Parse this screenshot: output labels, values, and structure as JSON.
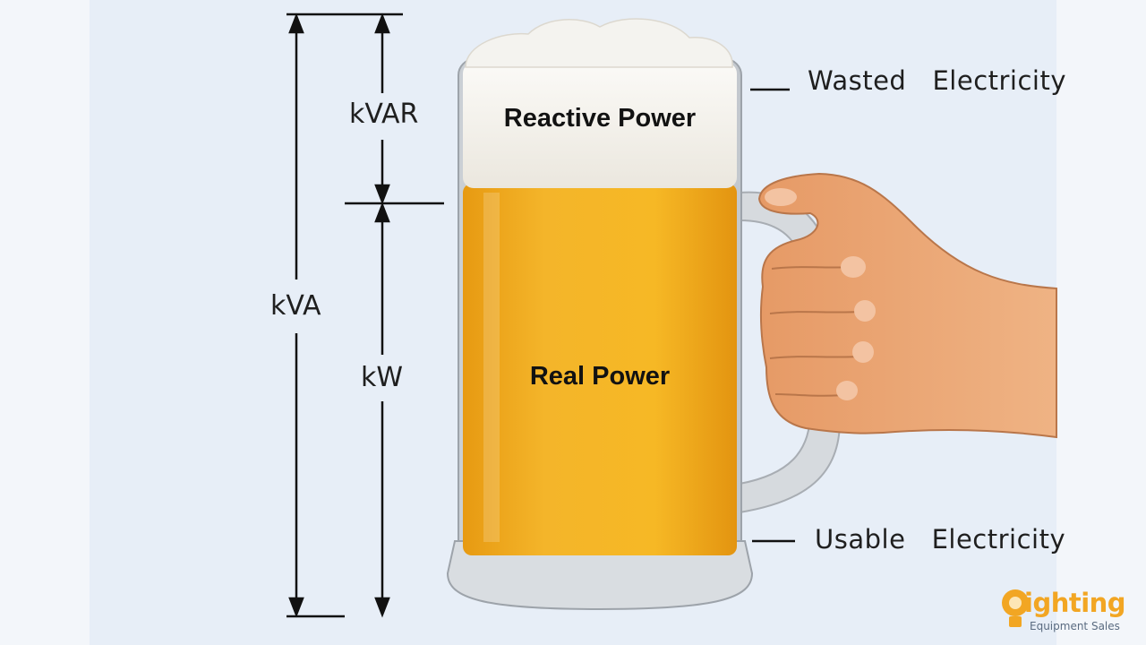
{
  "labels": {
    "kvar": "kVAR",
    "kva": "kVA",
    "kw": "kW",
    "reactive_power": "Reactive Power",
    "real_power": "Real Power",
    "wasted_electricity": "Wasted   Electricity",
    "usable_electricity": "Usable   Electricity"
  },
  "logo": {
    "word": "ighting",
    "subtitle": "Equipment Sales"
  },
  "colors": {
    "beer": "#f2ac1d",
    "foam": "#f1efe9",
    "skin": "#e9a472",
    "line": "#111111",
    "logo_accent": "#f2a623"
  }
}
